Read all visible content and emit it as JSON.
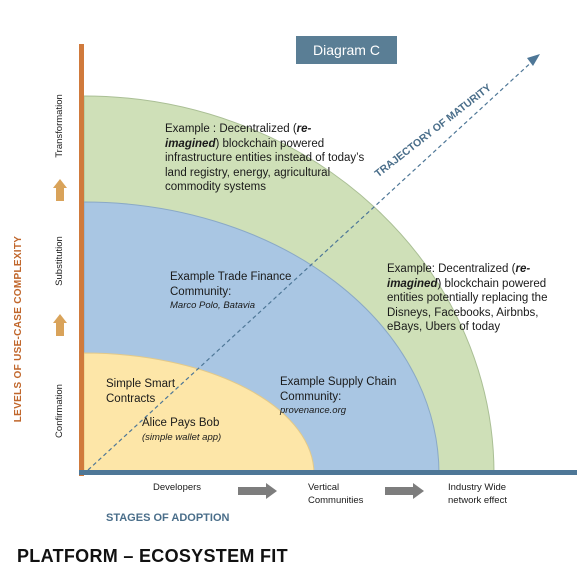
{
  "badge": "Diagram C",
  "rings": {
    "transformation": {
      "prefix": "Example : Decentralized (",
      "emphasis": "re-imagined",
      "suffix": ") blockchain powered infrastructure entities instead of today’s land registry, energy, agricultural commodity systems"
    },
    "transformation_right": {
      "prefix": "Example: Decentralized (",
      "emphasis": "re-imagined",
      "suffix": ") blockchain powered entities potentially replacing the Disneys, Facebooks, Airbnbs, eBays, Ubers of today"
    },
    "substitution": {
      "title": "Example Trade Finance Community:",
      "sub": "Marco Polo, Batavia"
    },
    "substitution_right": {
      "title": "Example Supply Chain Community:",
      "sub": "provenance.org"
    },
    "confirmation": {
      "title": "Simple Smart Contracts",
      "example": "Alice Pays Bob",
      "sub": "(simple wallet app)"
    }
  },
  "trajectory_label": "TRAJECTORY OF MATURITY",
  "y_axis": {
    "label": "LEVELS OF USE-CASE COMPLEXITY",
    "levels": [
      "Confirmation",
      "Substitution",
      "Transformation"
    ]
  },
  "x_axis": {
    "label": "STAGES OF ADOPTION",
    "stages": [
      "Developers",
      "Vertical Communities",
      "Industry Wide network effect"
    ]
  },
  "footer": "PLATFORM – ECOSYSTEM FIT",
  "colors": {
    "outer_ring": "#cfe0b8",
    "middle_ring": "#a9c6e3",
    "inner_ring": "#fde6a8",
    "y_axis": "#d07a3c",
    "x_axis": "#4e7797",
    "up_arrow": "#d9a35a",
    "right_arrow": "#6d6d6d"
  }
}
